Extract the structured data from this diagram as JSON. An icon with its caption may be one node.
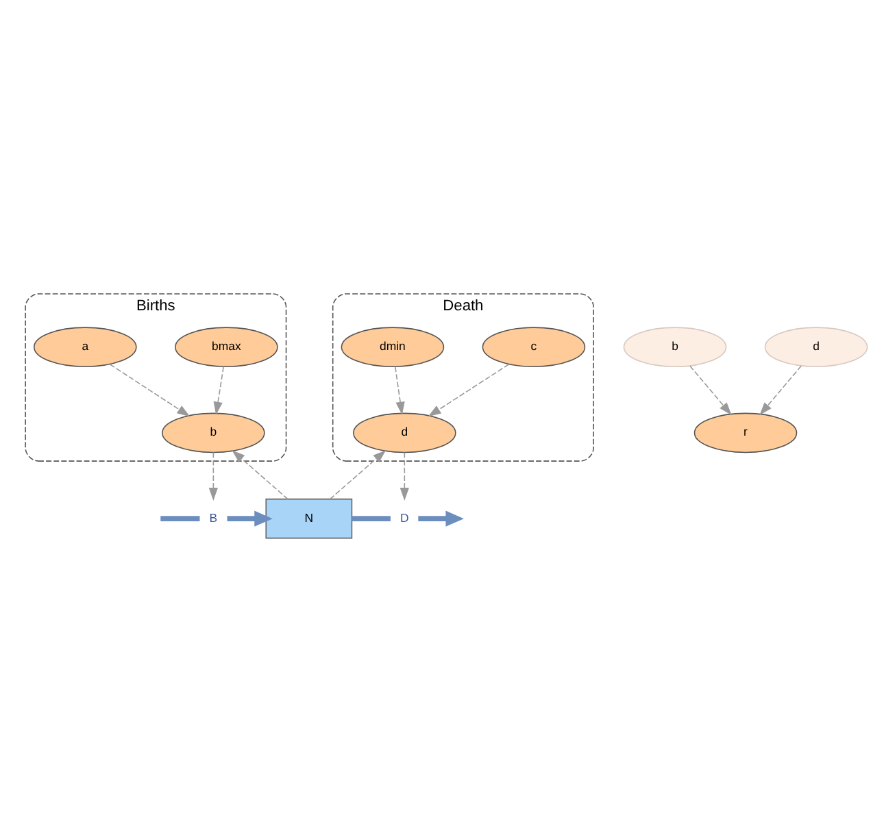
{
  "diagram": {
    "nodes": [
      {
        "text": [
          "Births"
        ]
      },
      {
        "text": [
          "bmax"
        ],
        "in": 0
      },
      {
        "text": [
          "a"
        ],
        "in": 0
      },
      {
        "text": [
          "b"
        ],
        "in": 0
      },
      {
        "text": [
          "Death"
        ]
      },
      {
        "text": [
          "c"
        ],
        "in": 4
      },
      {
        "text": [
          "dmin"
        ],
        "in": 4
      },
      {
        "text": [
          "d"
        ],
        "in": 4
      },
      {
        "text": [
          "N"
        ]
      },
      {
        "text": [
          "B"
        ]
      },
      {
        "text": [
          "D"
        ]
      },
      {
        "text": [
          "b"
        ]
      },
      {
        "text": [
          "d"
        ]
      },
      {
        "text": [
          "r"
        ]
      }
    ],
    "edges": [
      {
        "from": 1,
        "to": 3,
        "arrow": "to",
        "style": "dashed"
      },
      {
        "from": 2,
        "to": 3,
        "arrow": "to",
        "style": "dashed"
      },
      {
        "from": 8,
        "to": 3,
        "arrow": "to",
        "style": "dashed"
      },
      {
        "from": 3,
        "to": 9,
        "arrow": "to",
        "style": "dashed"
      },
      {
        "from": 5,
        "to": 7,
        "arrow": "to",
        "style": "dashed"
      },
      {
        "from": 6,
        "to": 7,
        "arrow": "to",
        "style": "dashed"
      },
      {
        "from": 8,
        "to": 7,
        "arrow": "to",
        "style": "dashed"
      },
      {
        "from": 7,
        "to": 10,
        "arrow": "to",
        "style": "dashed"
      },
      {
        "from": null,
        "to": 9,
        "arrow": "none",
        "style": "thick",
        "color": "#6c8ebf"
      },
      {
        "from": 9,
        "to": 8,
        "arrow": "to",
        "style": "thick",
        "color": "#6c8ebf"
      },
      {
        "from": 8,
        "to": 10,
        "arrow": "none",
        "style": "thick",
        "color": "#6c8ebf"
      },
      {
        "from": 10,
        "to": null,
        "arrow": "to",
        "style": "thick",
        "color": "#6c8ebf"
      },
      {
        "from": 11,
        "to": 13,
        "arrow": "to",
        "style": "dashed"
      },
      {
        "from": 12,
        "to": 13,
        "arrow": "to",
        "style": "dashed"
      }
    ]
  }
}
